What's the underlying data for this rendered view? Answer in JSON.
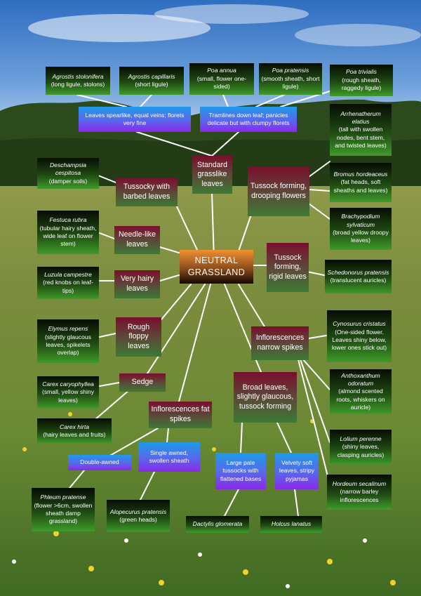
{
  "center": {
    "line1": "NEUTRAL",
    "line2": "GRASSLAND"
  },
  "categories": {
    "leaves_spearlike": "Leaves spearlike, equal veins; florets very fine",
    "tramlines": "Tramlines down leaf; panicles delicate but with clumpy florets",
    "standard": "Standard grasslike leaves",
    "tussocky_barbed": "Tussocky with barbed leaves",
    "tussock_drooping": "Tussock forming, drooping flowers",
    "needle": "Needle-like leaves",
    "tussock_rigid": "Tussock forming, rigid leaves",
    "very_hairy": "Very hairy leaves",
    "rough_floppy": "Rough floppy leaves",
    "infl_narrow": "Inflorescences narrow spikes",
    "sedge": "Sedge",
    "broad_leaves": "Broad leaves, slightly glaucous, tussock forming",
    "infl_fat": "Inflorescences fat spikes",
    "single_awned": "Single awned, swollen sheath",
    "double_awned": "Double-awned",
    "large_pale": "Large pale tussocks with flattened bases",
    "velvety": "Velvety soft leaves, stripy pyjamas"
  },
  "species": {
    "agrostis_stol": {
      "name": "Agrostis stolonifera",
      "note": "(long ligule, stolons)"
    },
    "agrostis_cap": {
      "name": "Agrostis capillaris",
      "note": "(short ligule)"
    },
    "poa_annua": {
      "name": "Poa annua",
      "note": "(small, flower one-sided)"
    },
    "poa_pratensis": {
      "name": "Poa pratensis",
      "note": "(smooth sheath, short ligule)"
    },
    "poa_trivialis": {
      "name": "Poa trivialis",
      "note": "(rough sheath, raggedy ligule)"
    },
    "arrhenatherum": {
      "name": "Arrhenatherum elatius",
      "note": "(tall with swollen nodes, bent stem, and twisted leaves)"
    },
    "deschampsia": {
      "name": "Deschampsia cespitosa",
      "note": "(damper soils)"
    },
    "bromus": {
      "name": "Bromus hordeaceus",
      "note": "(fat heads, soft sheaths and leaves)"
    },
    "festuca": {
      "name": "Festuca rubra",
      "note": "(tubular hairy sheath, wide leaf on flower stem)"
    },
    "brachypodium": {
      "name": "Brachypodium sylvaticum",
      "note": "(broad yellow droopy leaves)"
    },
    "luzula": {
      "name": "Luzula campestre",
      "note": "(red knobs on leaf-tips)"
    },
    "schedonorus": {
      "name": "Schedonorus pratensis",
      "note": "(translucent auricles)"
    },
    "elymus": {
      "name": "Elymus repens",
      "note": "(slightly glaucous leaves, spikelets overlap)"
    },
    "cynosurus": {
      "name": "Cynosurus cristatus",
      "note": "(One-sided flower. Leaves shiny below, lower ones stick out)"
    },
    "carex_car": {
      "name": "Carex caryophyllea",
      "note": "(small, yellow shiny leaves)"
    },
    "anthoxanthum": {
      "name": "Anthoxanthum odoratum",
      "note": "(almond scented roots, whiskers on auricle)"
    },
    "carex_hirta": {
      "name": "Carex hirta",
      "note": "(hairy leaves and fruits)"
    },
    "lolium": {
      "name": "Lolium perenne",
      "note": "(shiny leaves, clasping auricles)"
    },
    "hordeum": {
      "name": "Hordeum secalinum",
      "note": "(narrow barley inflorescences"
    },
    "phleum": {
      "name": "Phleum pratense",
      "note": "(flower >6cm, swollen sheath damp grassland)"
    },
    "alopecurus": {
      "name": "Alopecurus pratensis",
      "note": "(green heads)"
    },
    "dactylis": {
      "name": "Dactylis glomerata",
      "note": ""
    },
    "holcus": {
      "name": "Holcus lanatus",
      "note": ""
    }
  }
}
